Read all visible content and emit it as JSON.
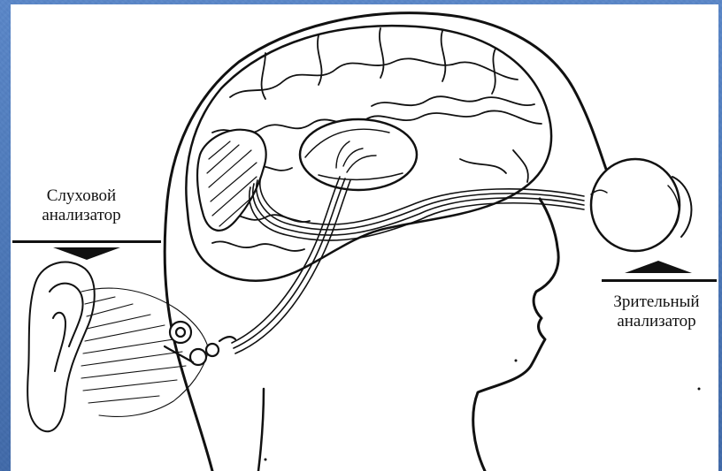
{
  "labels": {
    "hearing_line1": "Слуховой",
    "hearing_line2": "анализатор",
    "vision_line1": "Зрительный",
    "vision_line2": "анализатор"
  },
  "colors": {
    "background": "#4d79ba",
    "panel": "#ffffff",
    "ink": "#111111"
  },
  "icons": {
    "hearing_arrow": "arrow-down-icon",
    "vision_arrow": "arrow-up-icon"
  }
}
